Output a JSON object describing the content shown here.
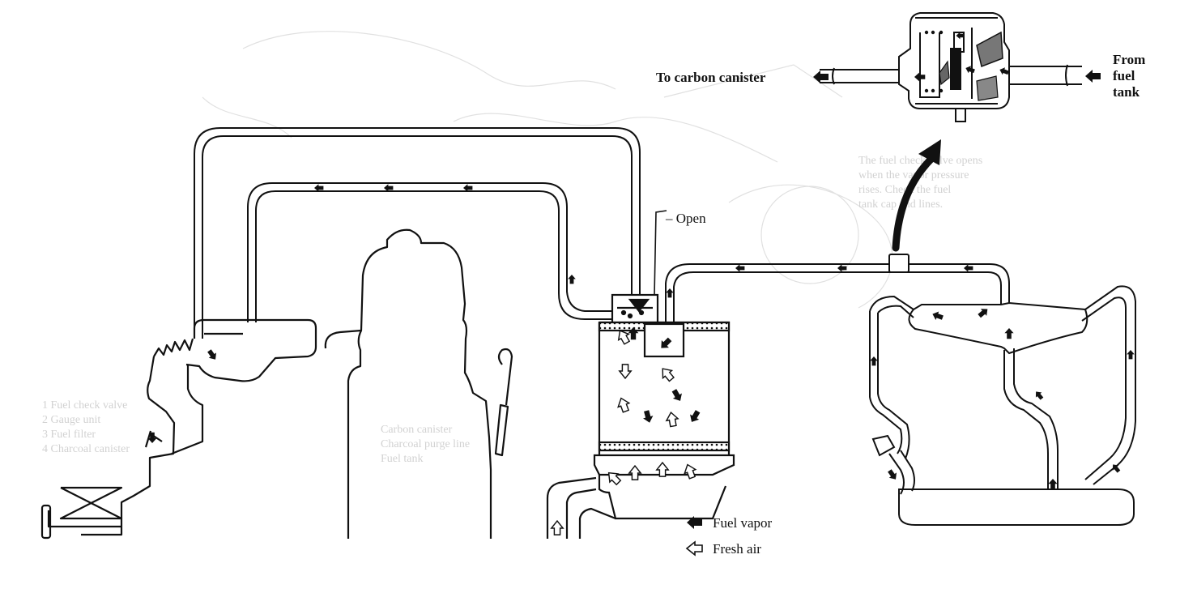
{
  "labels": {
    "to_canister": "To carbon canister",
    "from_tank_1": "From",
    "from_tank_2": "fuel",
    "from_tank_3": "tank",
    "open": "Open",
    "legend_vapor": "Fuel vapor",
    "legend_air": "Fresh air"
  },
  "background_text": {
    "left_list": [
      "1 Fuel check valve",
      "2 Gauge unit",
      "3 Fuel filter",
      "4 Charcoal canister"
    ],
    "mid_list": [
      "Carbon canister",
      "Charcoal purge line",
      "Fuel tank"
    ],
    "right_lines": [
      "The fuel check valve opens",
      "when the vapor pressure",
      "rises. Check the fuel",
      "tank cap and lines."
    ]
  },
  "colors": {
    "ink": "#111111",
    "paper": "#ffffff",
    "ghost": "#b0b0b0"
  }
}
